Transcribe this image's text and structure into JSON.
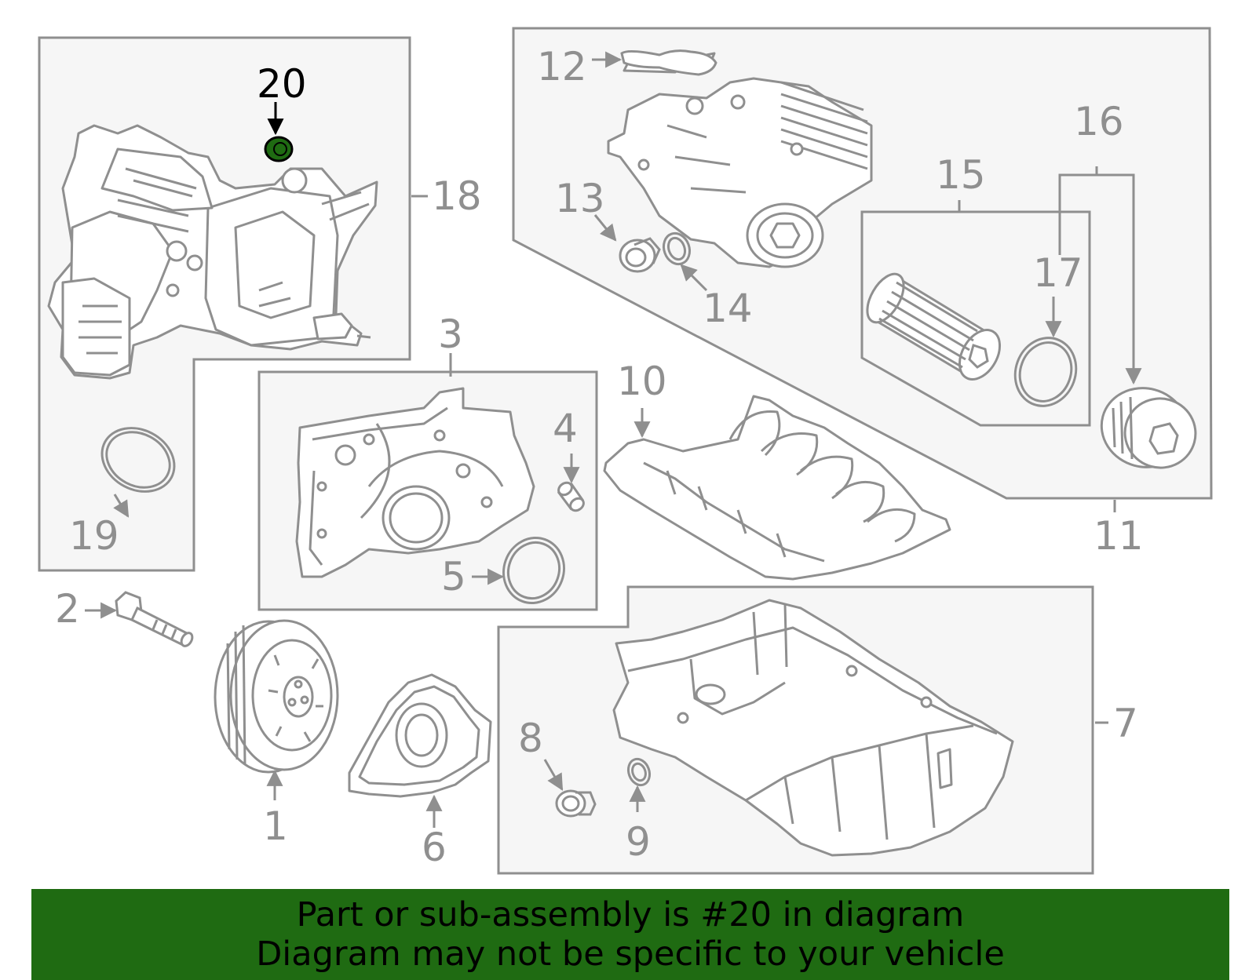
{
  "callouts": {
    "c1": "1",
    "c2": "2",
    "c3": "3",
    "c4": "4",
    "c5": "5",
    "c6": "6",
    "c7": "7",
    "c8": "8",
    "c9": "9",
    "c10": "10",
    "c11": "11",
    "c12": "12",
    "c13": "13",
    "c14": "14",
    "c15": "15",
    "c16": "16",
    "c17": "17",
    "c18": "18",
    "c19": "19",
    "c20": "20"
  },
  "highlighted_part": "20",
  "colors": {
    "line": "#8f8f8f",
    "panel": "#f6f6f6",
    "highlight_fill": "#1f6b12",
    "banner_bg": "#1f6b12"
  },
  "banner": {
    "line1": "Part or sub-assembly is #20 in diagram",
    "line2": "Diagram may not be specific to your vehicle"
  }
}
